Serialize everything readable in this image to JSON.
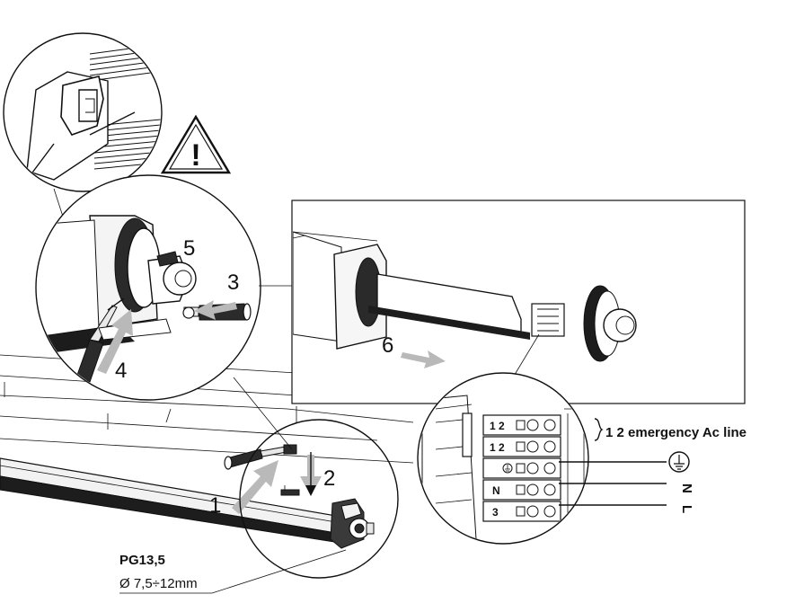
{
  "steps": {
    "s1": "1",
    "s2": "2",
    "s3": "3",
    "s4": "4",
    "s5": "5",
    "s6": "6"
  },
  "terminal": {
    "numbers_top": "1 2",
    "numbers_row2": "1 2",
    "numbers_row4": "N",
    "numbers_row5": "3"
  },
  "wiring": {
    "emergency_label": "1 2 emergency Ac line",
    "neutral": "N",
    "line": "L"
  },
  "gland": {
    "model": "PG13,5",
    "cable_range": "Ø 7,5÷12mm"
  },
  "warning": {
    "symbol": "!"
  }
}
